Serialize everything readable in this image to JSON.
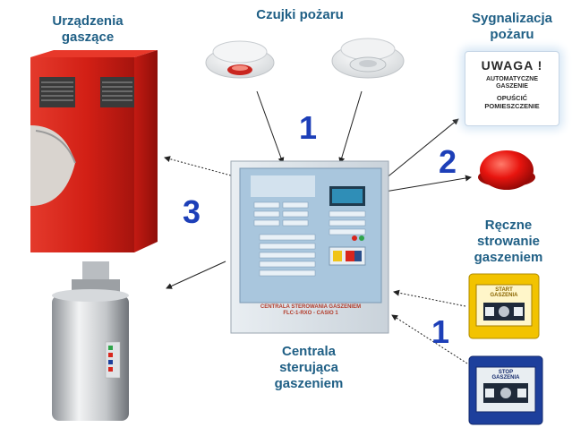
{
  "labels": {
    "extinguishers": [
      "Urządzenia",
      "gaszące"
    ],
    "detectors": "Czujki pożaru",
    "signaling": [
      "Sygnalizacja",
      "pożaru"
    ],
    "manual": [
      "Ręczne",
      "strowanie",
      "gaszeniem"
    ],
    "control": [
      "Centrala",
      "sterująca",
      "gaszeniem"
    ]
  },
  "numbers": {
    "detectors_to_panel": "1",
    "panel_to_signaling": "2",
    "panel_to_extinguishers": "3",
    "manual_to_panel": "1"
  },
  "sign": {
    "title": "UWAGA !",
    "line1": "AUTOMATYCZNE",
    "line2": "GASZENIE",
    "line3": "OPUŚCIĆ",
    "line4": "POMIESZCZENIE"
  },
  "panel": {
    "line1": "CENTRALA STEROWANIA GASZENIEM",
    "line2": "FLC-1-RXO - CASIO 1"
  },
  "buttons": {
    "start": [
      "START",
      "GASZENIA"
    ],
    "stop": [
      "STOP",
      "GASZENIA"
    ]
  },
  "colors": {
    "label": "#1f5f85",
    "number": "#1d3fb8",
    "red_device": "#d8261d",
    "yellow_button": "#f4c400",
    "blue_button": "#1d3f9c"
  }
}
